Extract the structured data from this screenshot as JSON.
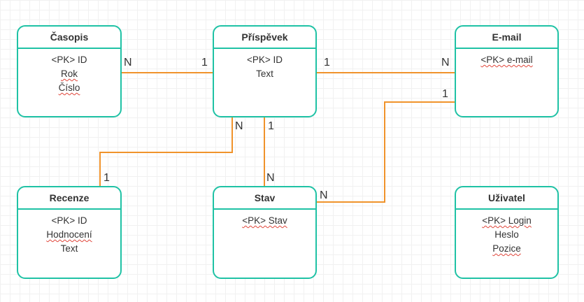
{
  "entities": {
    "casopis": {
      "title": "Časopis",
      "attrs": [
        "<PK> ID",
        "Rok",
        "Číslo"
      ]
    },
    "prispevek": {
      "title": "Příspěvek",
      "attrs": [
        "<PK> ID",
        "Text"
      ]
    },
    "email": {
      "title": "E-mail",
      "attrs": [
        "<PK> e-mail"
      ]
    },
    "recenze": {
      "title": "Recenze",
      "attrs": [
        "<PK> ID",
        "Hodnocení",
        "Text"
      ]
    },
    "stav": {
      "title": "Stav",
      "attrs": [
        "<PK> Stav"
      ]
    },
    "uzivatel": {
      "title": "Uživatel",
      "attrs": [
        "<PK> Login",
        "Heslo",
        "Pozice"
      ]
    }
  },
  "relationships": [
    {
      "from": "casopis",
      "to": "prispevek",
      "from_card": "N",
      "to_card": "1"
    },
    {
      "from": "prispevek",
      "to": "email",
      "from_card": "1",
      "to_card": "N"
    },
    {
      "from": "prispevek",
      "to": "recenze",
      "from_card": "N",
      "to_card": "1"
    },
    {
      "from": "prispevek",
      "to": "stav",
      "from_card": "1",
      "to_card": "N"
    },
    {
      "from": "email",
      "to": "stav",
      "from_card": "1",
      "to_card": "N"
    }
  ],
  "colors": {
    "entity_border": "#1fc2a5",
    "connector": "#f0932b",
    "spell_underline": "#e0453a"
  }
}
